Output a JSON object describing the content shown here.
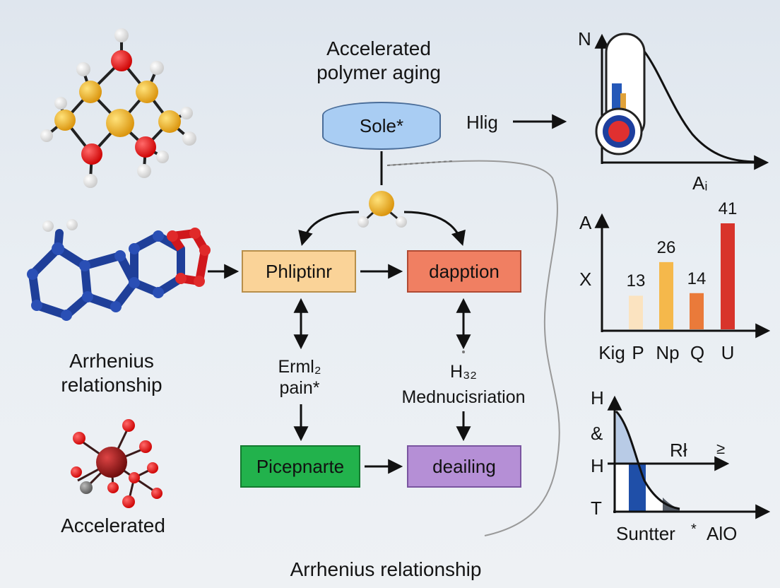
{
  "title": [
    "Accelerated",
    "polymer aging"
  ],
  "left_labels": {
    "arrhenius": [
      "Arrhenius",
      "relationship"
    ],
    "accelerated": "Accelerated"
  },
  "bottom_label": "Arrhenius relationship",
  "flow": {
    "top_node": "Sole*",
    "side_label": "Hlig",
    "box_left": "Phliptinr",
    "box_right": "dapption",
    "box_bottom_left": "Picepnarte",
    "box_bottom_right": "deailing",
    "mid_left_label": [
      "Erml₂",
      "pain*"
    ],
    "mid_right_label_1": "H₃₂",
    "mid_right_label_2": "Mednucisriation"
  },
  "colors": {
    "sole": "#a9cdf3",
    "phliptinr": "#fad398",
    "dapption": "#f07f62",
    "picepnarte": "#22b24c",
    "deailing": "#b58fd6"
  },
  "top_chart": {
    "ylabel": "N",
    "xlabel": "Aᵢ"
  },
  "bar_chart": {
    "type": "bar",
    "ylabels": [
      "A",
      "X"
    ],
    "categories": [
      "Kig",
      "P",
      "Np",
      "Q",
      "U"
    ],
    "values": [
      13,
      26,
      14,
      41
    ],
    "value_labels": [
      "13",
      "26",
      "14",
      "41"
    ],
    "bar_colors": [
      "#fbe3c0",
      "#f5b84b",
      "#ea7a3a",
      "#d8342b"
    ]
  },
  "bottom_chart": {
    "ylabels": [
      "H",
      "&",
      "H",
      "T"
    ],
    "line_label": "Rł",
    "line_arrow": "≥",
    "xlabels": [
      "Suntter",
      "*",
      "AlO"
    ]
  }
}
